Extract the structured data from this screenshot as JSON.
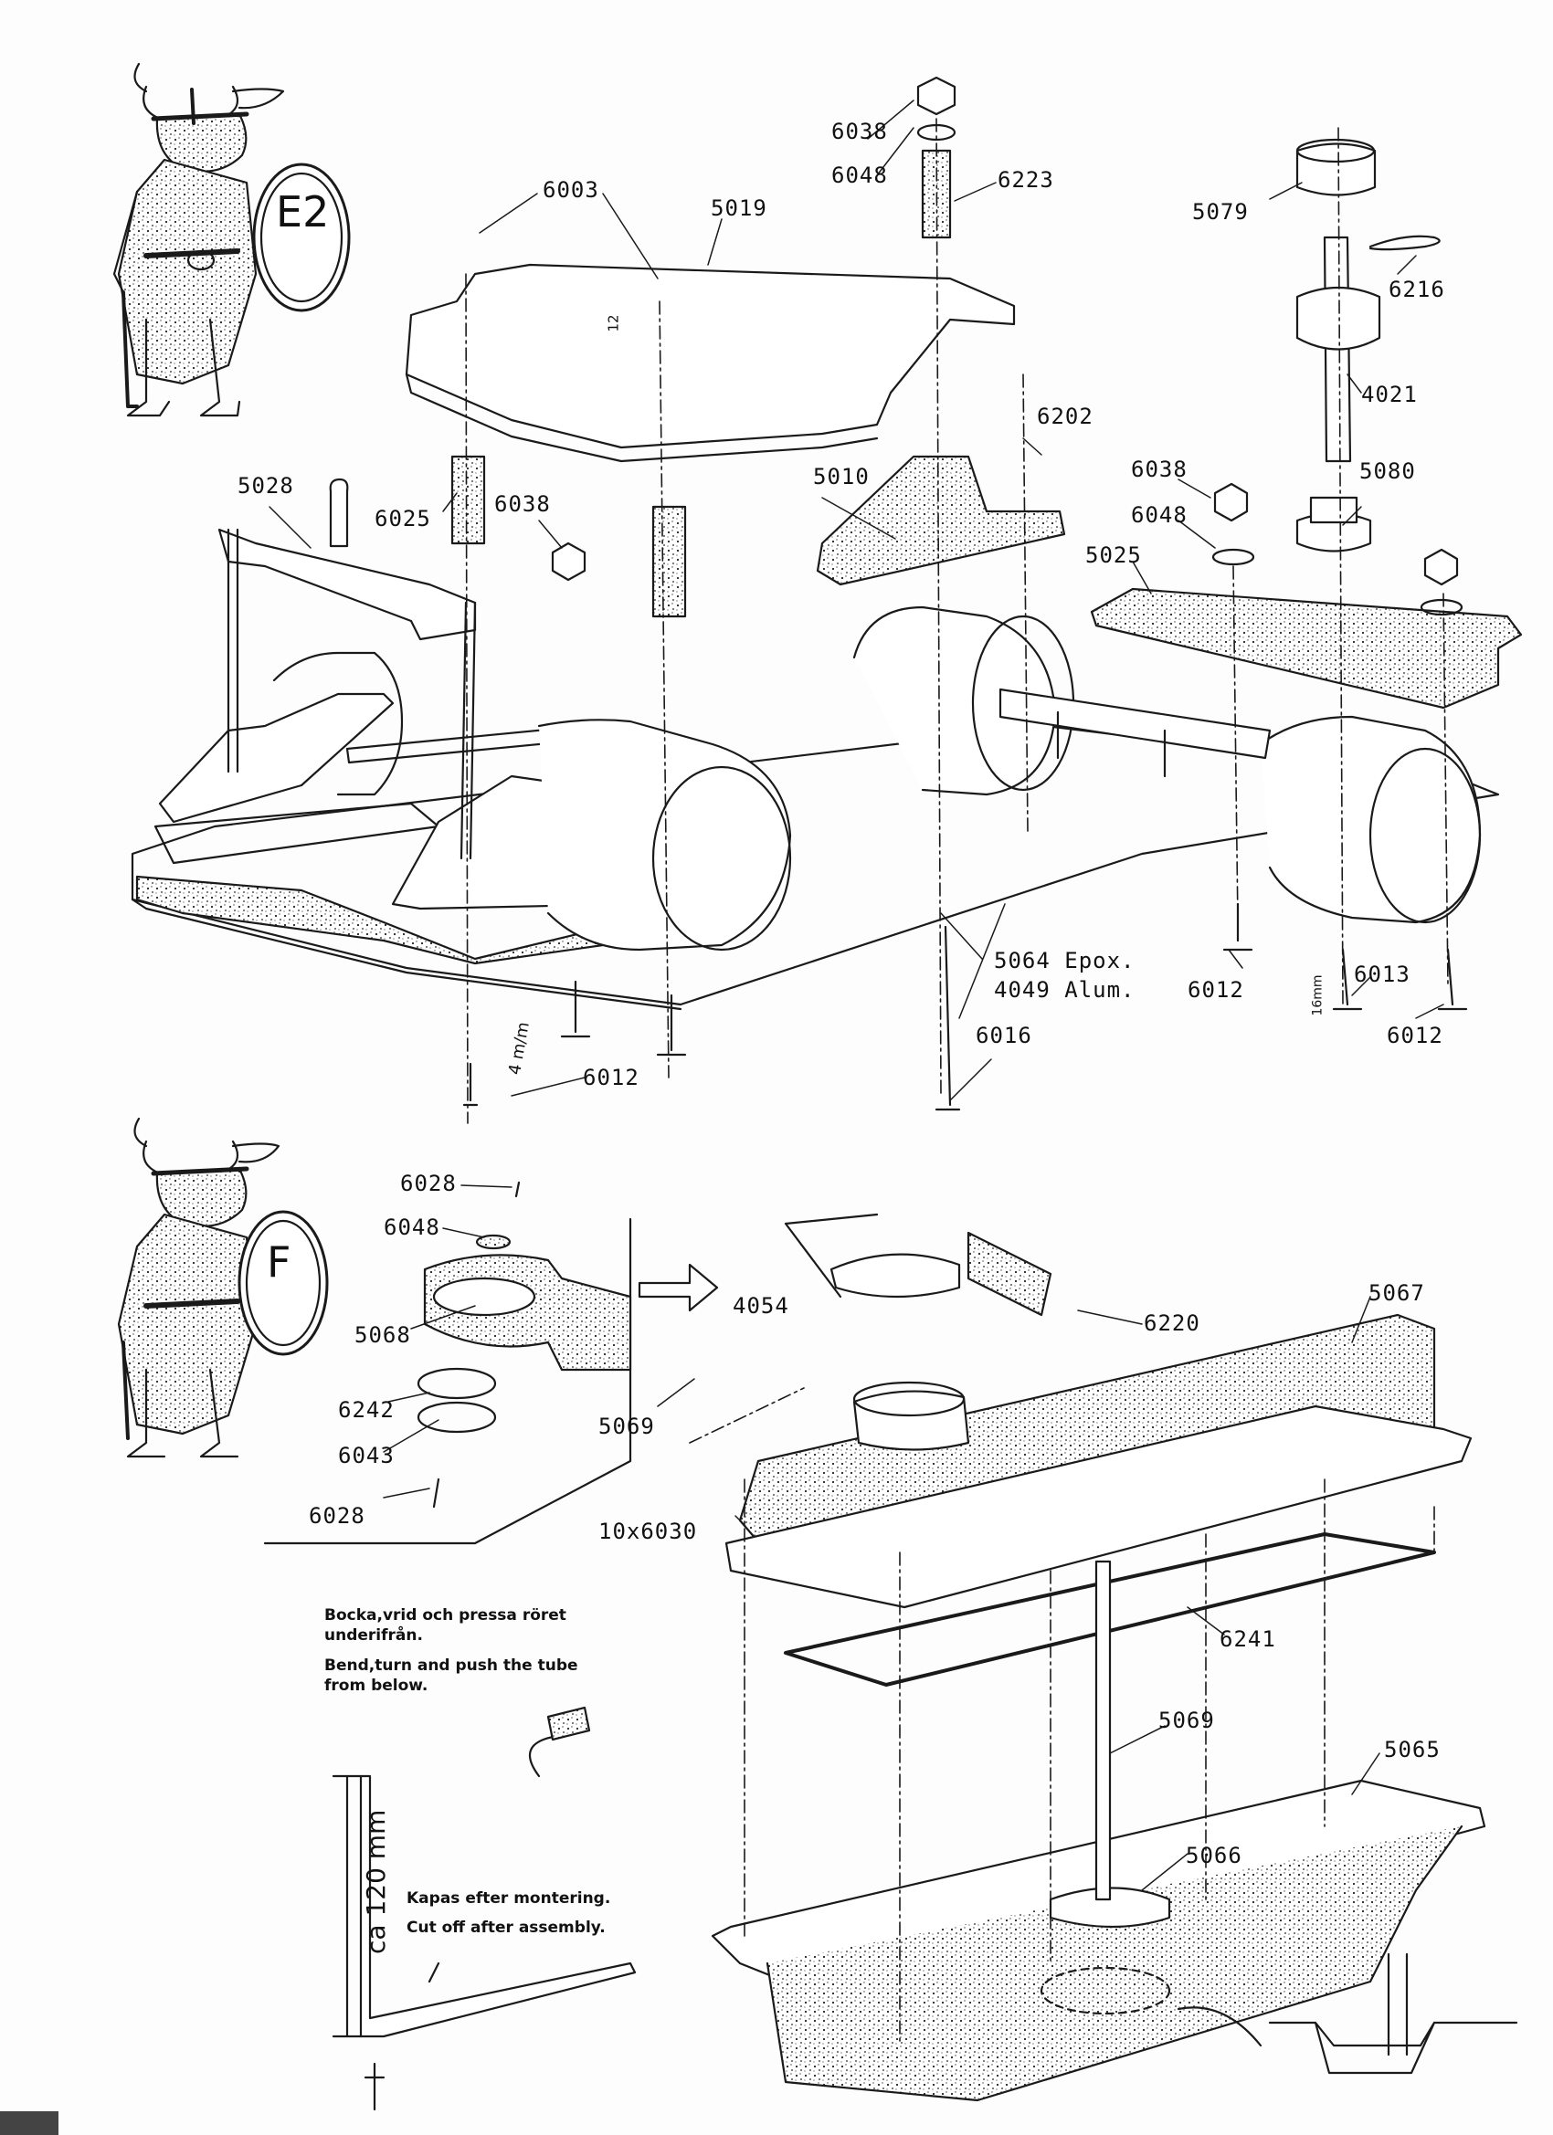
{
  "section_e2": {
    "badge": "E2",
    "parts": {
      "p6038a": "6038",
      "p6048a": "6048",
      "p6223": "6223",
      "p5079": "5079",
      "p6003": "6003",
      "p5019": "5019",
      "p6216": "6216",
      "p4021": "4021",
      "p6202": "6202",
      "p5028": "5028",
      "p6025": "6025",
      "p6038b": "6038",
      "p5010": "5010",
      "p6038c": "6038",
      "p5080": "5080",
      "p6048b": "6048",
      "p5025": "5025",
      "p5064": "5064 Epox.",
      "p4049": "4049 Alum.",
      "p6012a": "6012",
      "p6013": "6013",
      "p6012b": "6012",
      "p6016": "6016",
      "p6012c": "6012"
    },
    "dims": {
      "d12": "12",
      "d4": "4 m/m",
      "d16": "16mm"
    }
  },
  "section_f": {
    "badge": "F",
    "parts": {
      "p6028a": "6028",
      "p6048": "6048",
      "p5068": "5068",
      "p6242": "6242",
      "p6043": "6043",
      "p6028b": "6028",
      "p4054": "4054",
      "p6220": "6220",
      "p5067": "5067",
      "p5069a": "5069",
      "p6030": "10x6030",
      "p6241": "6241",
      "p5069b": "5069",
      "p5065": "5065",
      "p5066": "5066"
    },
    "notes": {
      "sv1": "Bocka,vrid och pressa röret",
      "sv2": "underifrån.",
      "en1": "Bend,turn and push the tube",
      "en2": "from below.",
      "sv3": "Kapas efter montering.",
      "en3": "Cut off after assembly."
    },
    "dims": {
      "d120": "ca 120 mm"
    }
  }
}
